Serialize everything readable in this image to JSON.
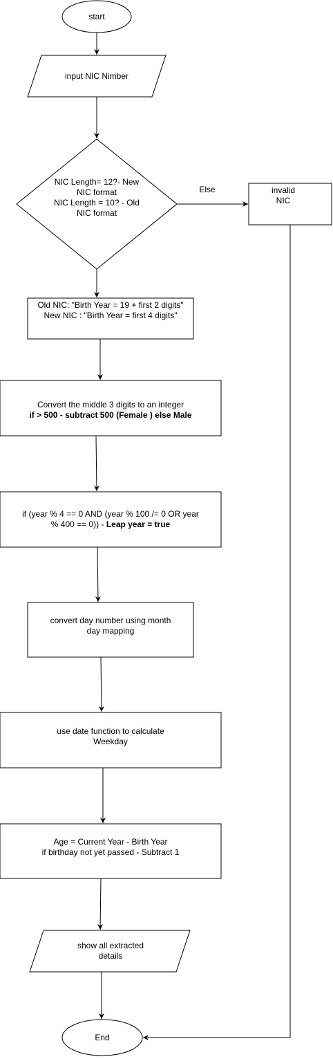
{
  "flowchart": {
    "start": {
      "label": "start"
    },
    "input": {
      "label": "input NIC Nimber"
    },
    "decision": {
      "lines": [
        "NIC Length= 12?- New",
        "NIC format",
        "NIC Length = 10? - Old",
        "NIC format"
      ]
    },
    "else_label": "Else",
    "invalid": {
      "lines": [
        "invalid",
        "NIC"
      ]
    },
    "birth_year": {
      "lines": [
        "Old NIC: \"Birth Year = 19 + first 2 digits\"",
        "New NIC : \"Birth Year = first 4 digits\""
      ]
    },
    "gender": {
      "line1": "Convert the middle 3 digits to an integer",
      "line2_bold": "if > 500 - subtract 500 (Female ) else Male"
    },
    "leap": {
      "line1": "if (year % 4 == 0 AND (year % 100 /= 0 OR year",
      "line2_plain": "% 400 == 0)) - ",
      "line2_bold": "Leap year = true"
    },
    "day_mapping": {
      "lines": [
        "convert day number using month",
        "day mapping"
      ]
    },
    "weekday": {
      "lines": [
        "use date function to calculate",
        "Weekday"
      ]
    },
    "age": {
      "lines": [
        "Age = Current Year - Birth Year",
        "if birthday not yet passed - Subtract 1"
      ]
    },
    "output": {
      "lines": [
        "show all extracted",
        "details"
      ]
    },
    "end": {
      "label": "End"
    }
  }
}
